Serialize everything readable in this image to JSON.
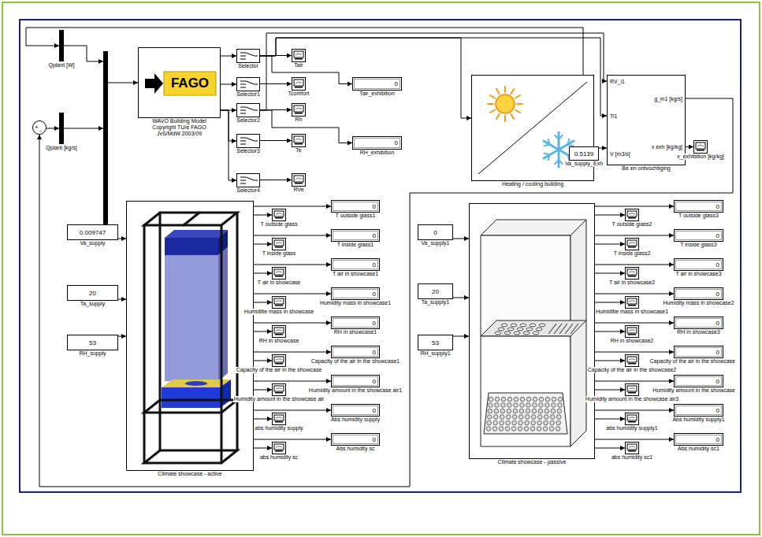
{
  "diagram": {
    "nodes": [
      {
        "text": [
          "Qplant [W]"
        ]
      },
      {
        "text": [
          "+",
          "-"
        ]
      },
      {
        "text": [
          "Qplant [kg/s]"
        ]
      },
      {
        "text": [
          "FAGO",
          "WAVO Building Model Copyright TU/e FAGO JvS/MdW 2003/09"
        ]
      },
      {
        "text": [
          "Selector"
        ]
      },
      {
        "text": [
          "Selector1"
        ]
      },
      {
        "text": [
          "Selector2"
        ]
      },
      {
        "text": [
          "Selector3"
        ]
      },
      {
        "text": [
          "Selector4"
        ]
      },
      {
        "text": [
          "Tair"
        ]
      },
      {
        "text": [
          "Tcomfort"
        ]
      },
      {
        "text": [
          "Rh"
        ]
      },
      {
        "text": [
          "Te"
        ]
      },
      {
        "text": [
          "RVe"
        ]
      },
      {
        "text": [
          "0",
          "Tair_exhibition"
        ]
      },
      {
        "text": [
          "0",
          "RH_exhibition"
        ]
      },
      {
        "text": [
          "Heating / cooling building"
        ]
      },
      {
        "text": [
          "RV_i1",
          "Ti1",
          "V [m3/s]",
          "g_in1 [kg/s]",
          "x exh [kg/kg]",
          "Be en ontvochtiging"
        ]
      },
      {
        "text": [
          "0.5139",
          "Va_supply_Exh"
        ]
      },
      {
        "text": [
          "x_exhibition [kg/kg]"
        ]
      },
      {
        "text": [
          "0.009747",
          "Va_supply"
        ]
      },
      {
        "text": [
          "20",
          "Ta_supply"
        ]
      },
      {
        "text": [
          "53",
          "RH_supply"
        ]
      },
      {
        "text": [
          "Climate showcase - active"
        ]
      },
      {
        "text": [
          "0",
          "T outside glass1"
        ]
      },
      {
        "text": [
          "T outside glass"
        ]
      },
      {
        "text": [
          "0",
          "T inside glass1"
        ]
      },
      {
        "text": [
          "T inside glass"
        ]
      },
      {
        "text": [
          "0",
          "T air in showcase1"
        ]
      },
      {
        "text": [
          "T air in showcase"
        ]
      },
      {
        "text": [
          "0",
          "Humidity mass in showcase1"
        ]
      },
      {
        "text": [
          "Humiditie mass in showcase"
        ]
      },
      {
        "text": [
          "0",
          "RH in showcase1"
        ]
      },
      {
        "text": [
          "RH in showcase"
        ]
      },
      {
        "text": [
          "0",
          "Capacity of the air in the showcase1"
        ]
      },
      {
        "text": [
          "Capacity of the air in the showcase"
        ]
      },
      {
        "text": [
          "0",
          "Humidity amount in the showcase air1"
        ]
      },
      {
        "text": [
          "Humidity amount in the showcase air"
        ]
      },
      {
        "text": [
          "0",
          "Abs humidity supply"
        ]
      },
      {
        "text": [
          "abs humidity supply"
        ]
      },
      {
        "text": [
          "0",
          "Abs humidity sc"
        ]
      },
      {
        "text": [
          "abs humidity sc"
        ]
      },
      {
        "text": [
          "0",
          "Va_supply1"
        ]
      },
      {
        "text": [
          "20",
          "Ta_supply1"
        ]
      },
      {
        "text": [
          "53",
          "RH_supply1"
        ]
      },
      {
        "text": [
          "Climate showcase - passive"
        ]
      },
      {
        "text": [
          "0",
          "T outside glass3"
        ]
      },
      {
        "text": [
          "T outside glass2"
        ]
      },
      {
        "text": [
          "0",
          "T inside glass3"
        ]
      },
      {
        "text": [
          "T inside glass2"
        ]
      },
      {
        "text": [
          "0",
          "T air in showcase3"
        ]
      },
      {
        "text": [
          "T air in showcase2"
        ]
      },
      {
        "text": [
          "0",
          "Humidity mass in showcase2"
        ]
      },
      {
        "text": [
          "Humiditie mass in showcase1"
        ]
      },
      {
        "text": [
          "0",
          "RH in showcase3"
        ]
      },
      {
        "text": [
          "RH in showcase2"
        ]
      },
      {
        "text": [
          "0",
          "Capacity of the air in the showcase"
        ]
      },
      {
        "text": [
          "Capacity of the air in the showcase2"
        ]
      },
      {
        "text": [
          "0",
          "Humidity amount in the showcase"
        ]
      },
      {
        "text": [
          "Humidity amount in the showcase air3"
        ]
      },
      {
        "text": [
          "0",
          "Abs humidity supply1"
        ]
      },
      {
        "text": [
          "abs humidity supply1"
        ]
      },
      {
        "text": [
          "0",
          "Abs humidity sc1"
        ]
      },
      {
        "text": [
          "abs humidity sc1"
        ]
      }
    ],
    "edges": [
      {
        "from": 1,
        "to": 2,
        "arrow": "to"
      },
      {
        "from": 3,
        "to": 4,
        "arrow": "to"
      },
      {
        "from": 3,
        "to": 5,
        "arrow": "to"
      },
      {
        "from": 3,
        "to": 6,
        "arrow": "to"
      },
      {
        "from": 3,
        "to": 7,
        "arrow": "to"
      },
      {
        "from": 3,
        "to": 8,
        "arrow": "to"
      },
      {
        "from": 4,
        "to": 9,
        "arrow": "to"
      },
      {
        "from": 5,
        "to": 10,
        "arrow": "to"
      },
      {
        "from": 6,
        "to": 11,
        "arrow": "to"
      },
      {
        "from": 7,
        "to": 12,
        "arrow": "to"
      },
      {
        "from": 8,
        "to": 13,
        "arrow": "to"
      },
      {
        "from": 4,
        "to": 14,
        "arrow": "to"
      },
      {
        "from": 6,
        "to": 15,
        "arrow": "to"
      },
      {
        "from": 4,
        "to": 16,
        "arrow": "to"
      },
      {
        "from": 4,
        "to": 17,
        "arrow": "to"
      },
      {
        "from": 6,
        "to": 17,
        "arrow": "to"
      },
      {
        "from": 16,
        "to": 0,
        "arrow": "to"
      },
      {
        "from": 17,
        "to": 1,
        "arrow": "to"
      },
      {
        "from": 18,
        "to": 17,
        "arrow": "to"
      },
      {
        "from": 17,
        "to": 19,
        "arrow": "to"
      },
      {
        "from": 20,
        "to": 23,
        "arrow": "to"
      },
      {
        "from": 21,
        "to": 23,
        "arrow": "to"
      },
      {
        "from": 22,
        "to": 23,
        "arrow": "to"
      },
      {
        "from": 23,
        "to": 24,
        "arrow": "to"
      },
      {
        "from": 23,
        "to": 25,
        "arrow": "to"
      },
      {
        "from": 23,
        "to": 26,
        "arrow": "to"
      },
      {
        "from": 23,
        "to": 27,
        "arrow": "to"
      },
      {
        "from": 23,
        "to": 28,
        "arrow": "to"
      },
      {
        "from": 23,
        "to": 29,
        "arrow": "to"
      },
      {
        "from": 23,
        "to": 30,
        "arrow": "to"
      },
      {
        "from": 23,
        "to": 31,
        "arrow": "to"
      },
      {
        "from": 23,
        "to": 32,
        "arrow": "to"
      },
      {
        "from": 23,
        "to": 33,
        "arrow": "to"
      },
      {
        "from": 23,
        "to": 34,
        "arrow": "to"
      },
      {
        "from": 23,
        "to": 35,
        "arrow": "to"
      },
      {
        "from": 23,
        "to": 36,
        "arrow": "to"
      },
      {
        "from": 23,
        "to": 37,
        "arrow": "to"
      },
      {
        "from": 23,
        "to": 38,
        "arrow": "to"
      },
      {
        "from": 23,
        "to": 39,
        "arrow": "to"
      },
      {
        "from": 23,
        "to": 40,
        "arrow": "to"
      },
      {
        "from": 23,
        "to": 41,
        "arrow": "to"
      },
      {
        "from": 42,
        "to": 45,
        "arrow": "to"
      },
      {
        "from": 43,
        "to": 45,
        "arrow": "to"
      },
      {
        "from": 44,
        "to": 45,
        "arrow": "to"
      },
      {
        "from": 45,
        "to": 46,
        "arrow": "to"
      },
      {
        "from": 45,
        "to": 47,
        "arrow": "to"
      },
      {
        "from": 45,
        "to": 48,
        "arrow": "to"
      },
      {
        "from": 45,
        "to": 49,
        "arrow": "to"
      },
      {
        "from": 45,
        "to": 50,
        "arrow": "to"
      },
      {
        "from": 45,
        "to": 51,
        "arrow": "to"
      },
      {
        "from": 45,
        "to": 52,
        "arrow": "to"
      },
      {
        "from": 45,
        "to": 53,
        "arrow": "to"
      },
      {
        "from": 45,
        "to": 54,
        "arrow": "to"
      },
      {
        "from": 45,
        "to": 55,
        "arrow": "to"
      },
      {
        "from": 45,
        "to": 56,
        "arrow": "to"
      },
      {
        "from": 45,
        "to": 57,
        "arrow": "to"
      },
      {
        "from": 45,
        "to": 58,
        "arrow": "to"
      },
      {
        "from": 45,
        "to": 59,
        "arrow": "to"
      },
      {
        "from": 45,
        "to": 60,
        "arrow": "to"
      },
      {
        "from": 45,
        "to": 61,
        "arrow": "to"
      },
      {
        "from": 45,
        "to": 62,
        "arrow": "to"
      },
      {
        "from": 45,
        "to": 63,
        "arrow": "to"
      }
    ]
  }
}
